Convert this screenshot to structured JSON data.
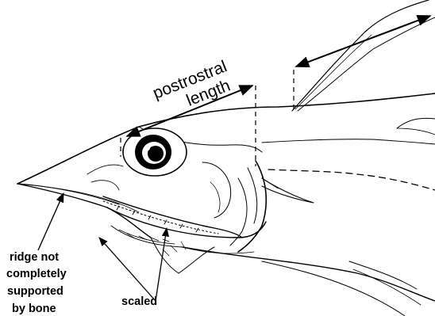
{
  "labels": {
    "postrostral_line1": "postrostral",
    "postrostral_line2": "length",
    "ridge_line1": "ridge not",
    "ridge_line2": "completely",
    "ridge_line3": "supported",
    "ridge_line4": "by bone",
    "scaled": "scaled"
  },
  "colors": {
    "ink": "#000000",
    "background": "#ffffff"
  }
}
